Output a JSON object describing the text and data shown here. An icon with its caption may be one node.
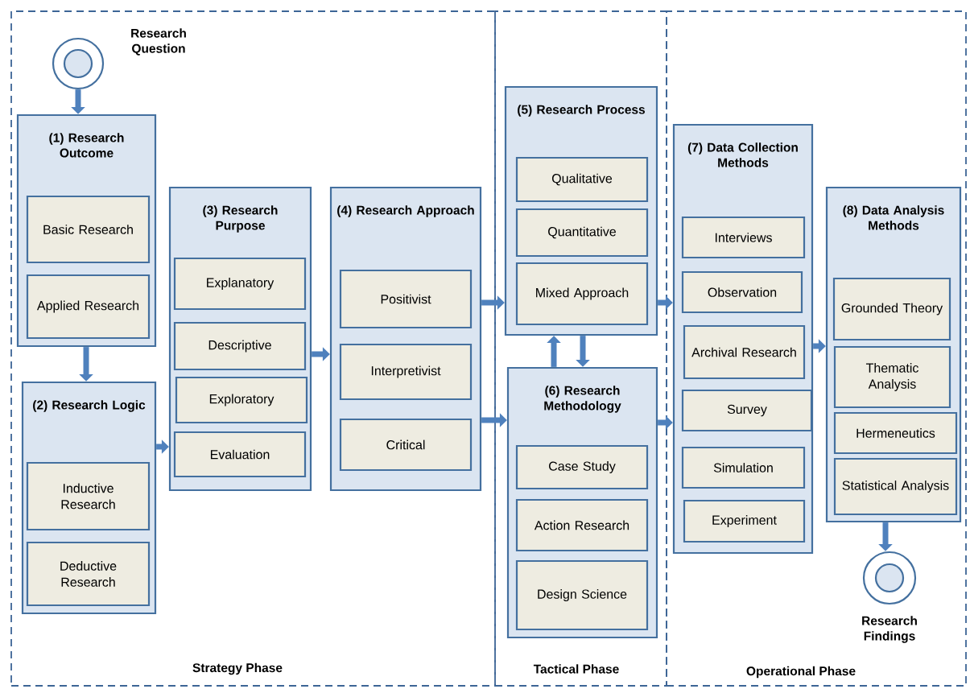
{
  "diagram": {
    "nodes": [
      {
        "text": [
          "Strategy Phase"
        ]
      },
      {
        "text": [
          "Tactical Phase"
        ]
      },
      {
        "text": [
          "Operational Phase"
        ]
      },
      {
        "text": [],
        "shape": "circle",
        "in": 0,
        "beside": [
          "Research Question"
        ]
      },
      {
        "text": [
          "(1) Research Outcome"
        ],
        "in": 0
      },
      {
        "text": [
          "Basic Research"
        ],
        "in": 4
      },
      {
        "text": [
          "Applied Research"
        ],
        "in": 4
      },
      {
        "text": [
          "(2) Research Logic"
        ],
        "in": 0
      },
      {
        "text": [
          "Inductive Research"
        ],
        "in": 7
      },
      {
        "text": [
          "Deductive Research"
        ],
        "in": 7
      },
      {
        "text": [
          "(3) Research Purpose"
        ],
        "in": 0
      },
      {
        "text": [
          "Explanatory"
        ],
        "in": 10
      },
      {
        "text": [
          "Descriptive"
        ],
        "in": 10
      },
      {
        "text": [
          "Exploratory"
        ],
        "in": 10
      },
      {
        "text": [
          "Evaluation"
        ],
        "in": 10
      },
      {
        "text": [
          "(4) Research Approach"
        ],
        "in": 0
      },
      {
        "text": [
          "Positivist"
        ],
        "in": 15
      },
      {
        "text": [
          "Interpretivist"
        ],
        "in": 15
      },
      {
        "text": [
          "Critical"
        ],
        "in": 15
      },
      {
        "text": [
          "(5) Research Process"
        ],
        "in": 1
      },
      {
        "text": [
          "Qualitative"
        ],
        "in": 19
      },
      {
        "text": [
          "Quantitative"
        ],
        "in": 19
      },
      {
        "text": [
          "Mixed Approach"
        ],
        "in": 19
      },
      {
        "text": [
          "(6) Research Methodology"
        ],
        "in": 1
      },
      {
        "text": [
          "Case Study"
        ],
        "in": 23
      },
      {
        "text": [
          "Action Research"
        ],
        "in": 23
      },
      {
        "text": [
          "Design Science"
        ],
        "in": 23
      },
      {
        "text": [
          "(7) Data Collection Methods"
        ],
        "in": 2
      },
      {
        "text": [
          "Interviews"
        ],
        "in": 27
      },
      {
        "text": [
          "Observation"
        ],
        "in": 27
      },
      {
        "text": [
          "Archival Research"
        ],
        "in": 27
      },
      {
        "text": [
          "Survey"
        ],
        "in": 27
      },
      {
        "text": [
          "Simulation"
        ],
        "in": 27
      },
      {
        "text": [
          "Experiment"
        ],
        "in": 27
      },
      {
        "text": [
          "(8) Data Analysis Methods"
        ],
        "in": 2
      },
      {
        "text": [
          "Grounded Theory"
        ],
        "in": 34
      },
      {
        "text": [
          "Thematic Analysis"
        ],
        "in": 34
      },
      {
        "text": [
          "Hermeneutics"
        ],
        "in": 34
      },
      {
        "text": [
          "Statistical Analysis"
        ],
        "in": 34
      },
      {
        "text": [],
        "shape": "circle",
        "in": 2,
        "beside": [
          "Research Findings"
        ]
      }
    ],
    "edges": [
      {
        "from": 3,
        "to": 4,
        "arrow": "to"
      },
      {
        "from": 4,
        "to": 7,
        "arrow": "to"
      },
      {
        "from": 7,
        "to": 10,
        "arrow": "to"
      },
      {
        "from": 10,
        "to": 15,
        "arrow": "to"
      },
      {
        "from": 15,
        "to": 19,
        "arrow": "to"
      },
      {
        "from": 15,
        "to": 23,
        "arrow": "to"
      },
      {
        "from": 23,
        "to": 19,
        "arrow": "to"
      },
      {
        "from": 19,
        "to": 23,
        "arrow": "to"
      },
      {
        "from": 19,
        "to": 27,
        "arrow": "to"
      },
      {
        "from": 23,
        "to": 27,
        "arrow": "to"
      },
      {
        "from": 27,
        "to": 34,
        "arrow": "to"
      },
      {
        "from": 34,
        "to": 39,
        "arrow": "to"
      }
    ]
  }
}
